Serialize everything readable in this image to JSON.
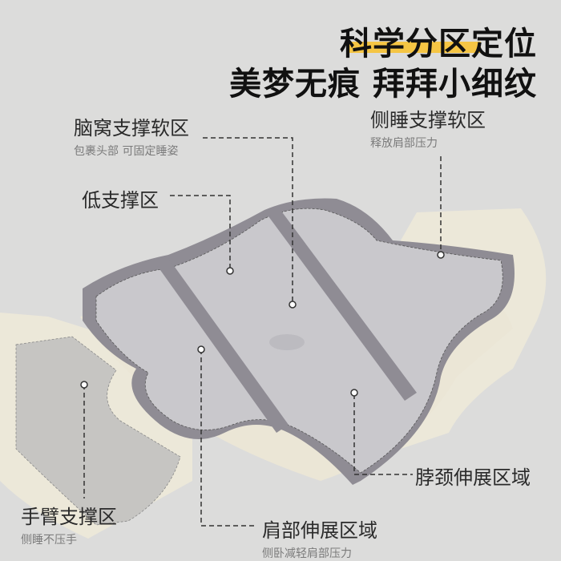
{
  "headline": {
    "line1": "科学分区定位",
    "line2": "美梦无痕 拜拜小细纹",
    "highlight_color": "#f5c544"
  },
  "annotations": [
    {
      "id": "head-zone",
      "title": "脑窝支撑软区",
      "subtitle": "包裹头部 可固定睡姿"
    },
    {
      "id": "low-support",
      "title": "低支撑区",
      "subtitle": ""
    },
    {
      "id": "side-sleep",
      "title": "侧睡支撑软区",
      "subtitle": "释放肩部压力"
    },
    {
      "id": "neck-stretch",
      "title": "脖颈伸展区域",
      "subtitle": ""
    },
    {
      "id": "arm-support",
      "title": "手臂支撑区",
      "subtitle": "侧睡不压手"
    },
    {
      "id": "shoulder-stretch",
      "title": "肩部伸展区域",
      "subtitle": "侧卧减轻肩部压力"
    }
  ],
  "colors": {
    "background": "#dcdcdb",
    "pillow_top": "#c9c8cc",
    "pillow_trim": "#8f8c94",
    "foam": "#ece8d9"
  }
}
